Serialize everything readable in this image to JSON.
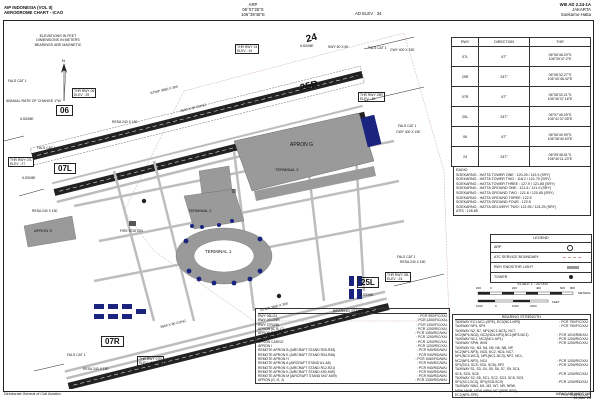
{
  "header": {
    "left_line1": "AIP INDONESIA (VOL II)",
    "left_line2": "AERODROME CHART - ICAO",
    "center_line1": "ARP",
    "center_line2": "06°07'25\"S",
    "center_line3": "106°39'45\"E",
    "elev": "AD ELEV : 34",
    "right_line1": "WIII AD 2.24-1A",
    "right_line2": "JAKARTA",
    "right_line3": "Soekarno-Hatta"
  },
  "notes": {
    "elevations": "ELEVATIONS IN FEET",
    "dimensions": "DIMENSIONS IN METERS",
    "bearings": "BEARINGS ARE MAGNETIC",
    "annual": "ANNUAL RATE OF CHANGE 1°W",
    "north": "N"
  },
  "runways": {
    "r24": "24",
    "r25r": "25R",
    "r06": "06",
    "r07l": "07L",
    "r25l": "25L",
    "r07r": "07R"
  },
  "thr_labels": {
    "thr24": [
      "THR RWY 24",
      "ELEV : 19"
    ],
    "thr06": [
      "THR RWY 06",
      "ELEV : 29"
    ],
    "thr25r": [
      "THR RWY 25R",
      "ELEV : 18"
    ],
    "thr07l": [
      "THR RWY 07L",
      "ELEV : 27"
    ],
    "thr25l": [
      "THR RWY 25L",
      "ELEV : 23"
    ],
    "thr07r": [
      "THR RWY 07R",
      "ELEV : 34"
    ]
  },
  "map_labels": {
    "apron_g": "APRON G",
    "terminal3": "TERMINAL 3",
    "terminal1": "TERMINAL 1",
    "terminal2": "TERMINAL 2",
    "apron_s": "APRON S",
    "fire_station": "FIRE STATION",
    "fals1": "FALS CAT 1",
    "fals2": "FALS CAT 1",
    "fals3": "FALS CAT 1",
    "fals4": "FALS CAT 1",
    "fals5": "FALS CAT 1",
    "fals6": "FALS CAT 1",
    "resa1": "RESA 240 X 150",
    "resa2": "RESA 240 X 150",
    "resa3": "RESA 240 X 150",
    "resa4": "RESA 240 X 150",
    "cwy1": "CWY 400 X 150",
    "cwy2": "CWY 400 X 150",
    "sws1": "SWY 60 X 60",
    "strip_n": "STRIP 3660 X 300",
    "strip_s": "STRIP 3660 X 300",
    "rwy_n": "3660 X 60 CONC",
    "rwy_s": "3660 X 60 CONC",
    "ils1": "ILS/DME",
    "ils2": "ILS/DME",
    "ils3": "ILS/DME",
    "ils4": "ILS/DME"
  },
  "thr_table": {
    "headers": [
      "RWY",
      "DIRECTION",
      "THR"
    ],
    "rows": [
      {
        "rwy": "07L",
        "dir": "67°",
        "thr": [
          "06°06'48.20\"S",
          "106°39'47.2\"E"
        ]
      },
      {
        "rwy": "25R",
        "dir": "247°",
        "thr": [
          "06°06'32.27\"S",
          "106°40'48.42\"E"
        ]
      },
      {
        "rwy": "07R",
        "dir": "67°",
        "thr": [
          "06°08'33.21\"S",
          "106°40'37.16\"E"
        ]
      },
      {
        "rwy": "25L",
        "dir": "247°",
        "thr": [
          "06°07'49.29\"S",
          "106°41'37.05\"E"
        ]
      },
      {
        "rwy": "06",
        "dir": "67°",
        "thr": [
          "06°06'49.99\"S",
          "106°38'40.53\"E"
        ]
      },
      {
        "rwy": "24",
        "dir": "247°",
        "thr": [
          "06°05'48.51\"S",
          "106°40'11.23\"E"
        ]
      }
    ]
  },
  "radio": {
    "title": "RADIO",
    "rows": [
      "SOEKARNO - HATTA TOWER ONE   : 120.25 / 119.3 (SRY)",
      "SOEKARNO - HATTA TOWER TWO   : 118.2 / 121.75 (SRY)",
      "SOEKARNO - HATTA TOWER THREE : 127.9 / 121.85 (SRY)",
      "SOEKARNO - HATTA GROUND ONE  : 121.6 / 121.9 (SRY)",
      "SOEKARNO - HATTA GROUND TWO  : 121.6 / 120.85 (SRY)",
      "SOEKARNO - HATTA GROUND THREE: 122.5",
      "SOEKARNO - HATTA GROUND FOUR : 122.5",
      "SOEKARNO - HATTA DELIVERY TWO: 121.95 / 124.25 (SRY)",
      "ATIS                          : 126.85"
    ]
  },
  "legend": {
    "title": "LEGEND",
    "items": [
      "ARP",
      "ATC SERVICE BOUNDARY",
      "RWY ENDS/THR LIGHT",
      "TOWER"
    ]
  },
  "scale": {
    "label": "SCALE 1 : 20 000",
    "ticks": [
      "200",
      "0",
      "200",
      "400",
      "600",
      "800"
    ],
    "unit": "METERS",
    "feet_ticks": [
      "1000",
      "0",
      "1000",
      "2000"
    ],
    "feet_unit": "FEET"
  },
  "bearing_left": {
    "title": "BEARING STRENGTH",
    "rows": [
      [
        "RWY 06L/24",
        ": PCR 990/F/C/X/U"
      ],
      [
        "RWY 07L/25R",
        ": PCR 1200/F/C/X/U"
      ],
      [
        "RWY 07R/25L",
        ": PCR 1200/F/C/X/U"
      ],
      [
        "APRON (A, B, C)",
        ": PCR 1200/R/C/X/U"
      ],
      [
        "APRON G(1-11)",
        ": PCR 1350/R/C/W/U"
      ],
      [
        "APRON E",
        ": PCR 1200/R/C/X/U"
      ],
      [
        "APRON CARGO",
        ": PCR 1200/R/C/X/U"
      ],
      [
        "APRON I",
        ": PCR 1200/R/C/X/U"
      ],
      [
        "REMOTE APRON B (AIRCRAFT STAND R25-R33)",
        ": PCR 940/R/D/W/U"
      ],
      [
        "REMOTE APRON E (AIRCRAFT STAND R34-R46)",
        ": PCR 940/R/D/W/U"
      ],
      [
        "REMOTE APRON H",
        ": PCR 1060/F/D/W/U"
      ],
      [
        "REMOTE APRON A (AIRCRAFT STAND A1-A8)",
        ": PCR 940/R/C/W/U"
      ],
      [
        "REMOTE APRON S (AIRCRAFT STAND R12-R21)",
        ": PCR 940/R/D/W/U"
      ],
      [
        "REMOTE APRON K (AIRCRAFT STAND K50-K69)",
        ": PCR 940/R/D/W/U"
      ],
      [
        "REMOTE APRON M (AIRCRAFT STAND M47-M49)",
        ": PCR 940/R/D/W/U"
      ],
      [
        "APRON (G, H, J)",
        ": PCR 1330/R/D/W/U"
      ]
    ]
  },
  "bearing_right": {
    "title": "BEARING STRENGTH",
    "rows": [
      [
        "TAXIWAY EC1,NC1-(SPE), EC2(NC1-NP5)",
        ": PCR 790/F/C/X/U"
      ],
      [
        "TAXIWAY NP4, SP4",
        ": PCR 790/F/C/X/U"
      ],
      [
        "TAXIWAY N2, N7, NP1(NC1-NC3), NC7,",
        ""
      ],
      [
        "NC2(NP4-NC6), NC2(NC6-NP3),NC1(NP3-NC1)",
        ": PCR 1010/R/B/X/U"
      ],
      [
        "TAXIWAY NC1, NC2(NC1-NP1)",
        ": PCR 1200/R/C/X/U"
      ],
      [
        "TAXIWAY SPW, W/W",
        ": PCR 1200/R/C/X/U"
      ],
      [
        "TAXIWAY N1, N3, N4, N5, N6, NB, NP,",
        ""
      ],
      [
        "NC2(NP1-NP3), NC5, NC2, NC6, NC7,",
        ""
      ],
      [
        "NP1(NC3-WC1), NP1(NC1-NC3), NP2, NC1,",
        ""
      ],
      [
        "NC2(NP1-NP2), NC4",
        ": PCR 1200/R/C/X/U"
      ],
      [
        "SP1(SC4, SC5, SC6, SC8), SP2",
        ": PCR 1200/R/D/X/U"
      ],
      [
        "TAXIWAY S1, S3, S4, S5, S6, S7, S9, SC4,",
        ""
      ],
      [
        "SC6, SC5, SC8",
        ": PCR 1200/R/C/X/U"
      ],
      [
        "TAXIWAY S2, S8, SC1, SC2, SC3, SC8, SC9,",
        ""
      ],
      [
        "SP1(SC1-SC4), SP1(SC8-SC9)",
        ": PCR 1200/R/D/X/U"
      ],
      [
        "TAXIWAY NW1, M1, M2, W7, NR, NRW,",
        ""
      ],
      [
        "NRW-NWR, NTW, NRW, NC1(SPE-SP2),",
        ""
      ],
      [
        "EC2(NP5-SPE)",
        ": PCR 790/F/C/X/U"
      ]
    ]
  },
  "footer": {
    "left": "Directorate General of Civil Aviation",
    "right_line1": "AIRAC AIP AMDT 166",
    "right_line2": "19 MAY 23"
  },
  "colors": {
    "apron": "#9a9a9a",
    "taxi": "#bdbdbd",
    "runway": "#222222",
    "stand": "#1a237e"
  }
}
